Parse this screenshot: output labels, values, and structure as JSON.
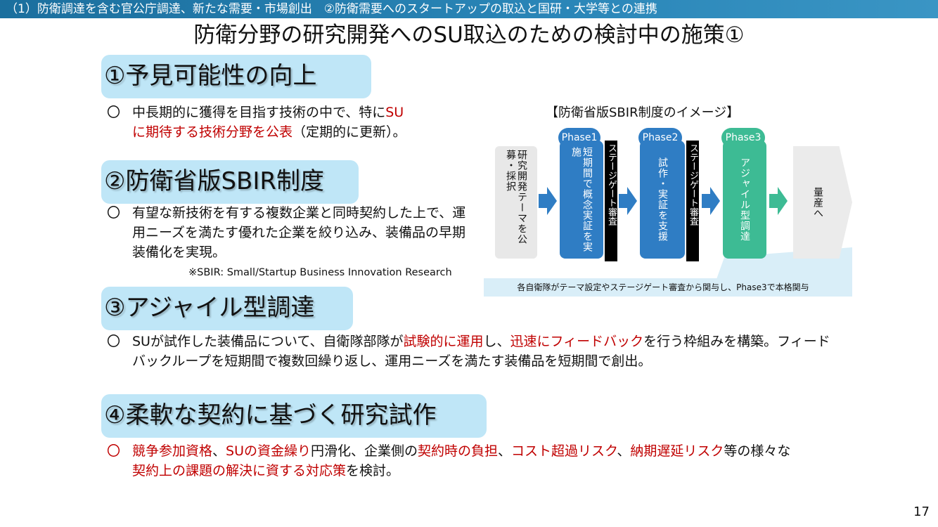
{
  "header": {
    "breadcrumb": "（1）防衛調達を含む官公庁調達、新たな需要・市場創出　②防衛需要へのスタートアップの取込と国研・大学等との連携",
    "title": "防衛分野の研究開発へのSU取込のための検討中の施策①"
  },
  "sections": [
    {
      "heading": "①予見可能性の向上",
      "bullet": "〇",
      "line1_a": "中長期的に獲得を目指す技術の中で、特に",
      "line1_red": "SU",
      "line2_red": "に期待する技術分野を公表",
      "line2_b": "（定期的に更新）。"
    },
    {
      "heading": "②防衛省版SBIR制度",
      "bullet": "〇",
      "text": "有望な新技術を有する複数企業と同時契約した上で、運用ニーズを満たす優れた企業を絞り込み、装備品の早期装備化を実現。",
      "note": "※SBIR:  Small/Startup Business Innovation Research"
    },
    {
      "heading": "③アジャイル型調達",
      "bullet": "〇",
      "t1": "SUが試作した装備品について、自衛隊部隊が",
      "r1": "試験的に運用",
      "t2": "し、",
      "r2": "迅速にフィードバック",
      "t3": "を行う枠組みを構築。フィードバックループを短期間で複数回繰り返し、運用ニーズを満たす装備品を短期間で創出。"
    },
    {
      "heading": "④柔軟な契約に基づく研究試作",
      "bullet": "〇",
      "r1": "競争参加資格",
      "t1": "、",
      "r2": "SUの資金繰り",
      "t2": "円滑化、企業側の",
      "r3": "契約時の負担",
      "t3": "、",
      "r4": "コスト超過リスク",
      "t4": "、",
      "r5": "納期遅延リスク",
      "t5": "等の様々な",
      "r6": "契約上の課題の解決に資する対応策",
      "t6": "を検討。"
    }
  ],
  "diagram": {
    "title": "【防衛省版SBIR制度のイメージ】",
    "start": "研究開発テーマを公募・採択",
    "phase1_label": "Phase1",
    "phase1_text": "短期間で概念実証を実施",
    "gate1": "ステージゲート審査",
    "phase2_label": "Phase2",
    "phase2_text": "試作・実証を支援",
    "gate2": "ステージゲート審査",
    "phase3_label": "Phase3",
    "phase3_text": "アジャイル型調達",
    "end": "量産へ",
    "footnote": "各自衛隊がテーマ設定やステージゲート審査から関与し、Phase3で本格関与",
    "colors": {
      "blue": "#2f7dc4",
      "green": "#3dbb94",
      "gate": "#000000",
      "light": "#d9eef8"
    }
  },
  "page_number": "17"
}
